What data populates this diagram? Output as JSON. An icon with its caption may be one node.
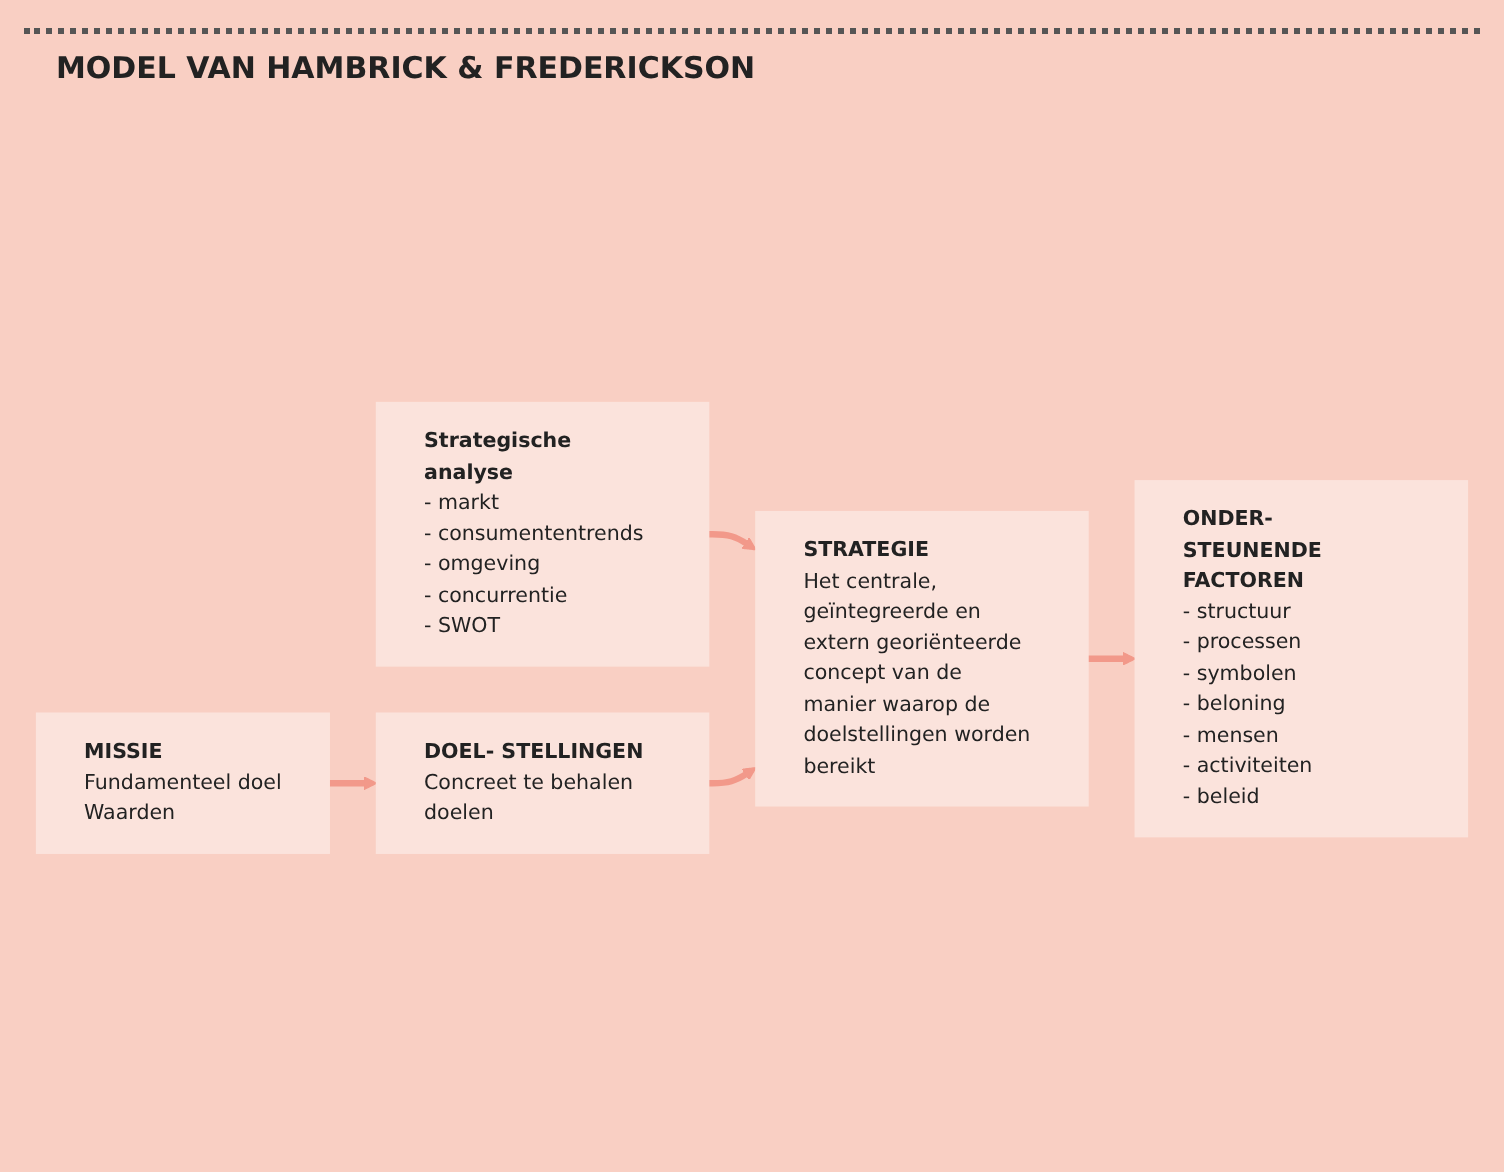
{
  "diagram": {
    "title": "MODEL VAN HAMBRICK & FREDERICKSON",
    "nodes": [
      {
        "text": [
          "Strategische analyse",
          "- markt",
          "- consumententrends",
          "- omgeving",
          "- concurrentie",
          "- SWOT"
        ]
      },
      {
        "text": [
          "MISSIE",
          "Fundamenteel doel",
          "Waarden"
        ]
      },
      {
        "text": [
          "DOEL- STELLINGEN",
          "Concreet te behalen doelen"
        ]
      },
      {
        "text": [
          "STRATEGIE",
          "Het centrale, geïntegreerde en extern georiënteerde concept van de manier waarop de doelstellingen worden bereikt"
        ]
      },
      {
        "text": [
          "ONDER- STEUNENDE FACTOREN",
          "- structuur",
          "- processen",
          "- symbolen",
          "- beloning",
          "- mensen",
          "- activiteiten",
          "- beleid"
        ]
      }
    ],
    "edges": [
      {
        "from": 0,
        "to": 3,
        "arrow": "to"
      },
      {
        "from": 1,
        "to": 2,
        "arrow": "to"
      },
      {
        "from": 2,
        "to": 3,
        "arrow": "to"
      },
      {
        "from": 3,
        "to": 4,
        "arrow": "to"
      }
    ]
  }
}
